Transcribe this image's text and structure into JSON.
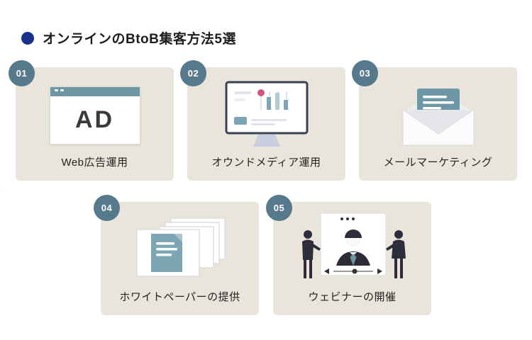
{
  "title": {
    "text": "オンラインのBtoB集客方法5選"
  },
  "cards": [
    {
      "number": "01",
      "label": "Web広告運用",
      "icon": "web-ad-browser-illustration",
      "illustration_text": "AD"
    },
    {
      "number": "02",
      "label": "オウンドメディア運用",
      "icon": "owned-media-monitor-illustration"
    },
    {
      "number": "03",
      "label": "メールマーケティング",
      "icon": "email-envelope-illustration"
    },
    {
      "number": "04",
      "label": "ホワイトペーパーの提供",
      "icon": "whitepaper-stack-illustration"
    },
    {
      "number": "05",
      "label": "ウェビナーの開催",
      "icon": "webinar-video-illustration"
    }
  ],
  "colors": {
    "background": "#ffffff",
    "card_background": "#e9e5da",
    "badge_background": "#567a8b",
    "title_bullet_blue": "#17318c",
    "accent_teal": "#6d97a4",
    "accent_pink": "#d4537e",
    "text": "#222222"
  }
}
